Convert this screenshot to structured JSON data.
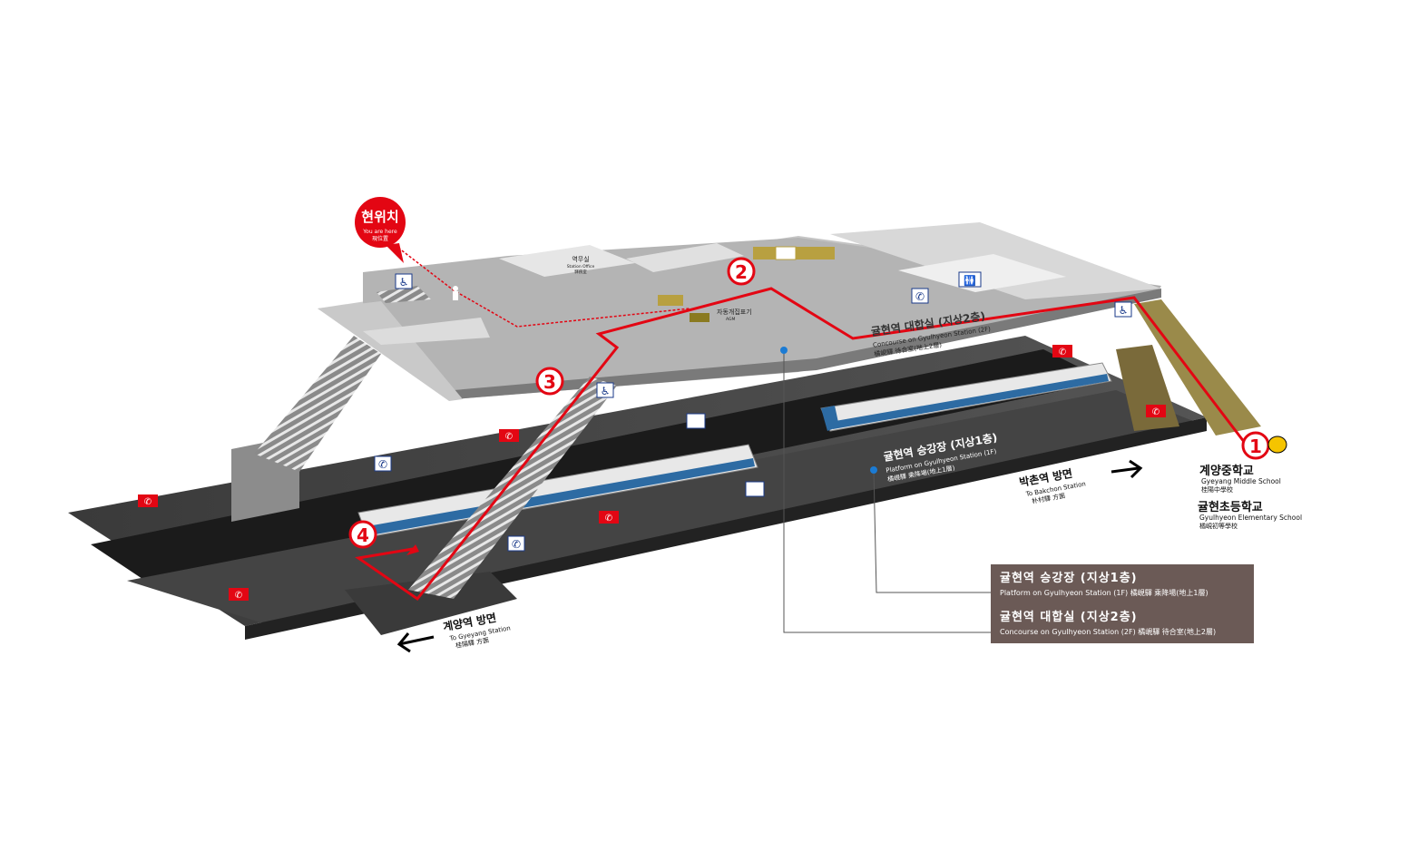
{
  "you_are_here": {
    "ko": "현위치",
    "en": "You are here",
    "cn": "現位置"
  },
  "labels": {
    "station_office_ko": "역무실",
    "station_office_en": "Station Office",
    "station_office_cn": "驛務室",
    "agm_ko": "자동개집표기",
    "agm_en": "AGM",
    "concourse_ko": "귤현역 대합실 (지상2층)",
    "concourse_en": "Concourse on Gyulhyeon Station (2F)",
    "concourse_cn": "橘峴驛 待合室(地上2層)",
    "platform_ko": "귤현역 승강장 (지상1층)",
    "platform_en": "Platform on Gyulhyeon Station (1F)",
    "platform_cn": "橘峴驛 乘降場(地上1層)",
    "bakchon_ko": "박촌역 방면",
    "bakchon_en": "To Bakchon Station",
    "bakchon_cn": "朴村驛 方面",
    "gyeyang_ko": "계양역 방면",
    "gyeyang_en": "To Gyeyang Station",
    "gyeyang_cn": "桂陽驛 方面"
  },
  "exits": {
    "exit_number": "1",
    "school1_ko": "계양중학교",
    "school1_en": "Gyeyang Middle School",
    "school1_cn": "桂陽中學校",
    "school2_ko": "귤현초등학교",
    "school2_en": "Gyulhyeon Elementary School",
    "school2_cn": "橘峴初等學校"
  },
  "route_steps": [
    "1",
    "2",
    "3",
    "4"
  ],
  "legend": {
    "platform_ko": "귤현역  승강장  (지상1층)",
    "platform_en": "Platform on Gyulhyeon Station (1F) 橘峴驛 乘降場(地上1層)",
    "concourse_ko": "귤현역  대합실  (지상2층)",
    "concourse_en": "Concourse on Gyulhyeon Station (2F) 橘峴驛 待合室(地上2層)"
  },
  "colors": {
    "route": "#e30613",
    "platform": "#3a3a3a",
    "concourse": "#a8a8a8",
    "legend_bg": "#6b5a56",
    "icon_blue": "#1a3a8a",
    "icon_red": "#e30613",
    "exit_yellow": "#f5c400"
  },
  "icons": [
    "wheelchair-icon",
    "phone-icon",
    "restroom-icon",
    "emergency-phone-icon",
    "person-icon",
    "ticket-machine-icon",
    "exit-icon"
  ]
}
